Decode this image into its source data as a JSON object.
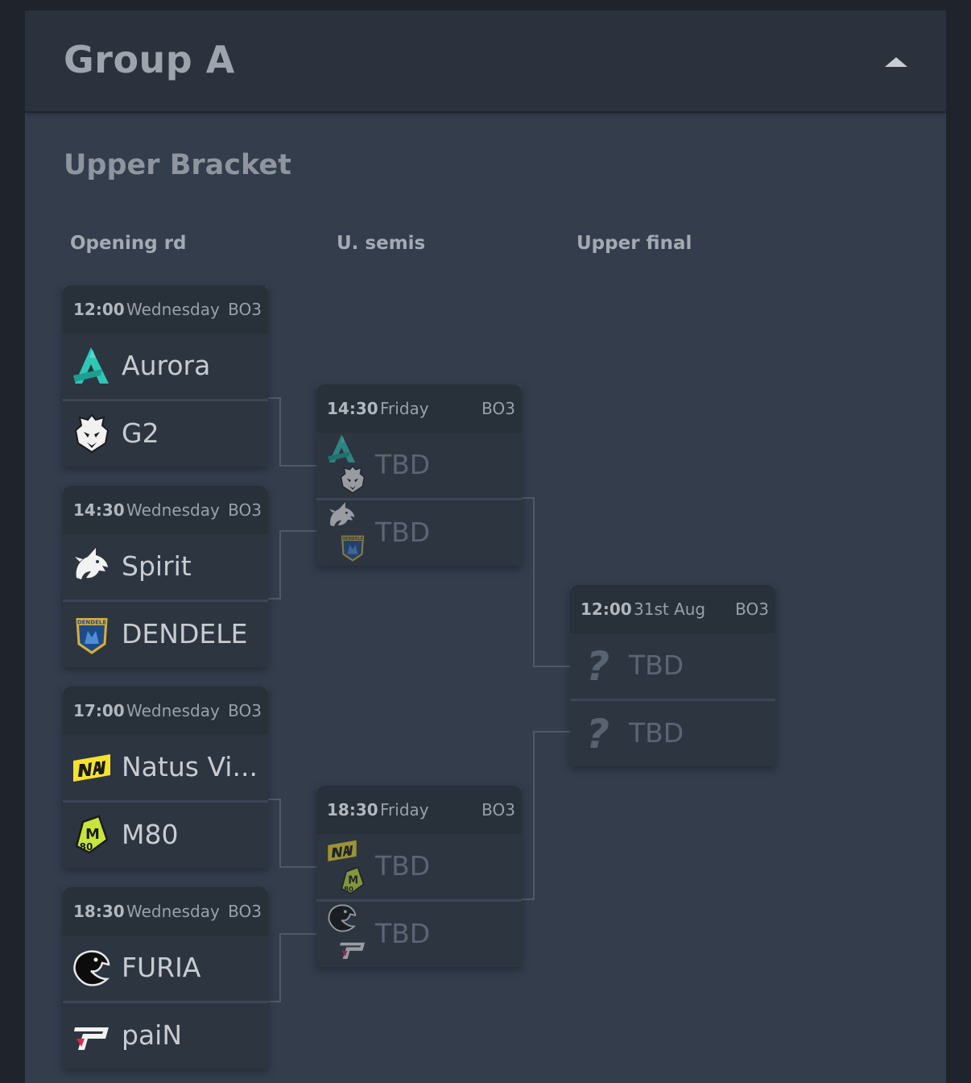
{
  "group": {
    "title": "Group A"
  },
  "bracket": {
    "title": "Upper Bracket",
    "columns": [
      "Opening rd",
      "U. semis",
      "Upper final"
    ]
  },
  "opening": [
    {
      "time": "12:00",
      "day": "Wednesday",
      "format": "BO3",
      "team1": {
        "name": "Aurora",
        "logo": "aurora-logo"
      },
      "team2": {
        "name": "G2",
        "logo": "g2-logo"
      }
    },
    {
      "time": "14:30",
      "day": "Wednesday",
      "format": "BO3",
      "team1": {
        "name": "Spirit",
        "logo": "spirit-logo"
      },
      "team2": {
        "name": "DENDELE",
        "logo": "dendele-logo"
      }
    },
    {
      "time": "17:00",
      "day": "Wednesday",
      "format": "BO3",
      "team1": {
        "name": "Natus Vi...",
        "logo": "navi-logo"
      },
      "team2": {
        "name": "M80",
        "logo": "m80-logo"
      }
    },
    {
      "time": "18:30",
      "day": "Wednesday",
      "format": "BO3",
      "team1": {
        "name": "FURIA",
        "logo": "furia-logo"
      },
      "team2": {
        "name": "paiN",
        "logo": "pain-logo"
      }
    }
  ],
  "semis": [
    {
      "time": "14:30",
      "day": "Friday",
      "format": "BO3",
      "team1": "TBD",
      "team2": "TBD"
    },
    {
      "time": "18:30",
      "day": "Friday",
      "format": "BO3",
      "team1": "TBD",
      "team2": "TBD"
    }
  ],
  "final": {
    "time": "12:00",
    "day": "31st Aug",
    "format": "BO3",
    "team1": "TBD",
    "team2": "TBD",
    "placeholder": "?"
  },
  "colors": {
    "panel": "#333d4c",
    "header": "#2b323d",
    "card": "#2d3541",
    "accent_aurora": "#2fc6b5",
    "accent_navi": "#f5e32b",
    "accent_m80": "#c8e63a",
    "accent_pain": "#e0254a"
  }
}
